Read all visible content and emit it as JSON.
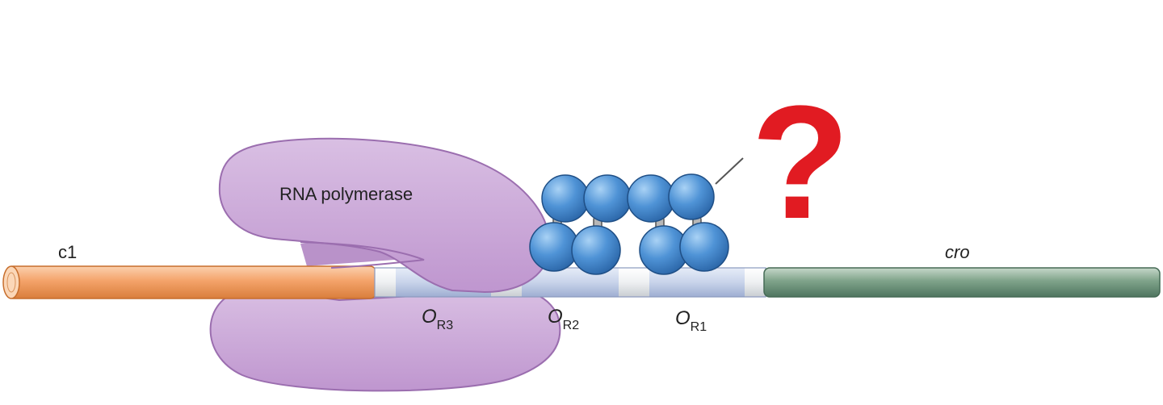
{
  "labels": {
    "gene_left": "c1",
    "gene_right": "cro",
    "polymerase": "RNA polymerase",
    "operators": [
      {
        "letter": "O",
        "sub": "R3"
      },
      {
        "letter": "O",
        "sub": "R2"
      },
      {
        "letter": "O",
        "sub": "R1"
      }
    ],
    "question": "?"
  },
  "colors": {
    "c1_gene": "#f4a36a",
    "cro_gene": "#7fa38a",
    "operator_region": "#c8d3ea",
    "spacer": "#e9ecef",
    "polymerase": "#c9a6d6",
    "repressor": "#4f93d6",
    "question_mark": "#e11b22"
  }
}
